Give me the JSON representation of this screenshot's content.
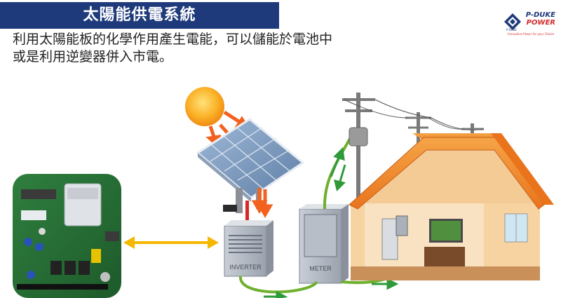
{
  "header": {
    "title": "太陽能供電系統",
    "title_bg": "#1f3a7a",
    "description_lines": [
      "利用太陽能板的化學作用產生電能，可以儲能於電池中",
      "或是利用逆變器併入市電。"
    ]
  },
  "logo": {
    "line1": "P-DUKE",
    "line2": "POWER",
    "small": "P-DUKE",
    "tagline": "Innovative Power for your Choice",
    "colors": {
      "blue": "#1f3a7a",
      "red": "#d32b2b"
    }
  },
  "diagram": {
    "inverter_label": "INVERTER",
    "meter_label": "METER",
    "colors": {
      "sun": "#f7a21a",
      "arrow_orange": "#f2621e",
      "cable_green": "#6fb02e",
      "arrow_yellow": "#f5b800",
      "roof": "#f08a2a",
      "wall": "#f6d3a0",
      "panel": "#6f8fb5"
    }
  }
}
